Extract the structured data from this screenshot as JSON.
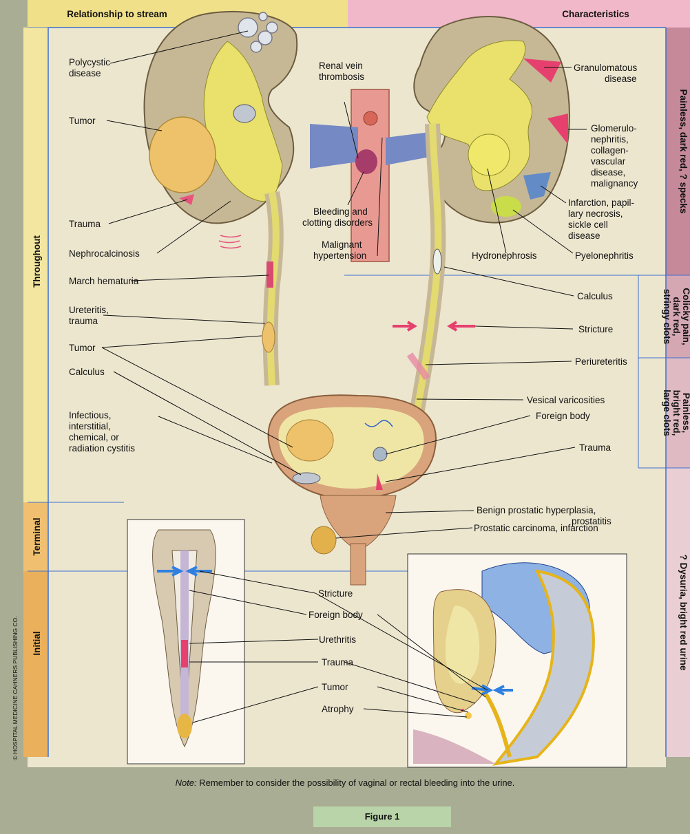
{
  "header": {
    "left": "Relationship to stream",
    "right": "Characteristics"
  },
  "stream_sections": [
    "Throughout",
    "Terminal",
    "Initial"
  ],
  "characteristics": [
    "Painless, dark red, ? specks",
    "Colicky pain, dark red, stringy clots",
    "Painless, bright red, large clots",
    "? Dysuria, bright red urine"
  ],
  "left_kidney_labels": [
    "Polycystic disease",
    "Tumor",
    "Trauma",
    "Nephrocalcinosis",
    "March hematuria",
    "Ureteritis, trauma",
    "Tumor",
    "Calculus"
  ],
  "center_labels": [
    "Renal vein thrombosis",
    "Bleeding and clotting disorders",
    "Malignant hypertension"
  ],
  "right_kidney_labels": [
    "Granulomatous disease",
    "Glomerulo-nephritis, collagen-vascular disease, malignancy",
    "Infarction, papillary necrosis, sickle cell disease",
    "Hydronephrosis",
    "Pyelonephritis",
    "Calculus",
    "Stricture",
    "Periureteritis"
  ],
  "bladder_labels": [
    "Infectious, interstitial, chemical, or radiation cystitis",
    "Vesical varicosities",
    "Foreign body",
    "Trauma",
    "Benign prostatic hyperplasia, prostatitis",
    "Prostatic carcinoma, infarction"
  ],
  "urethra_labels": [
    "Stricture",
    "Foreign body",
    "Urethritis",
    "Trauma",
    "Tumor",
    "Atrophy"
  ],
  "copyright": "© HOSPITAL MEDICINE  CAHNERS PUBLISHING CO.",
  "note_prefix": "Note:",
  "note_text": " Remember to consider the possibility of vaginal or rectal bleeding into the urine.",
  "figure_label": "Figure 1"
}
